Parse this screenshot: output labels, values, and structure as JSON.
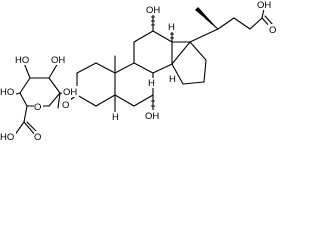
{
  "molecule": {
    "labels": {
      "acid_oh": "OH",
      "acid_o": "O",
      "oh_12": "OH",
      "oh_7": "OH",
      "glycosidic_o": "O",
      "ring_o": "O",
      "sugar_oh_top_left": "HO",
      "sugar_oh_top_right": "OH",
      "sugar_oh_left": "HO",
      "sugar_oh_right": "OH",
      "carboxyl_ho": "HO",
      "carboxyl_o": "O",
      "h_8": "H",
      "h_14": "H",
      "h_9": "H",
      "h_5": "H"
    },
    "colors": {
      "bond": "#000000",
      "background": "#ffffff"
    }
  }
}
